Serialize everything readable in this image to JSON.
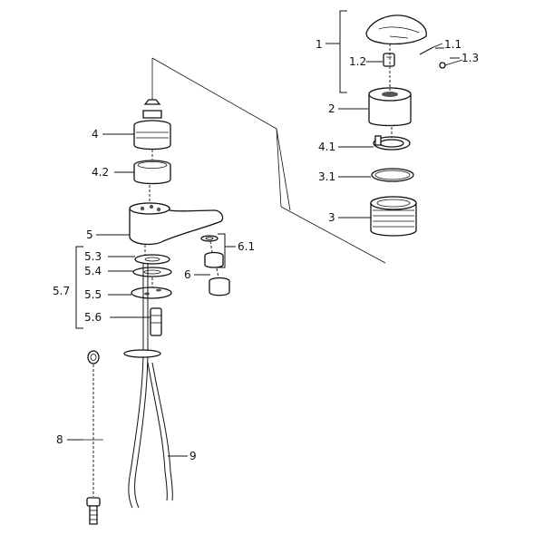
{
  "labels": {
    "l1": "1",
    "l1_1": "1.1",
    "l1_2": "1.2",
    "l1_3": "1.3",
    "l2": "2",
    "l4_1": "4.1",
    "l3_1": "3.1",
    "l3": "3",
    "l4": "4",
    "l4_2": "4.2",
    "l5": "5",
    "l6_1": "6.1",
    "l6": "6",
    "l5_3": "5.3",
    "l5_4": "5.4",
    "l5_7": "5.7",
    "l5_5": "5.5",
    "l5_6": "5.6",
    "l8": "8",
    "l9": "9"
  }
}
